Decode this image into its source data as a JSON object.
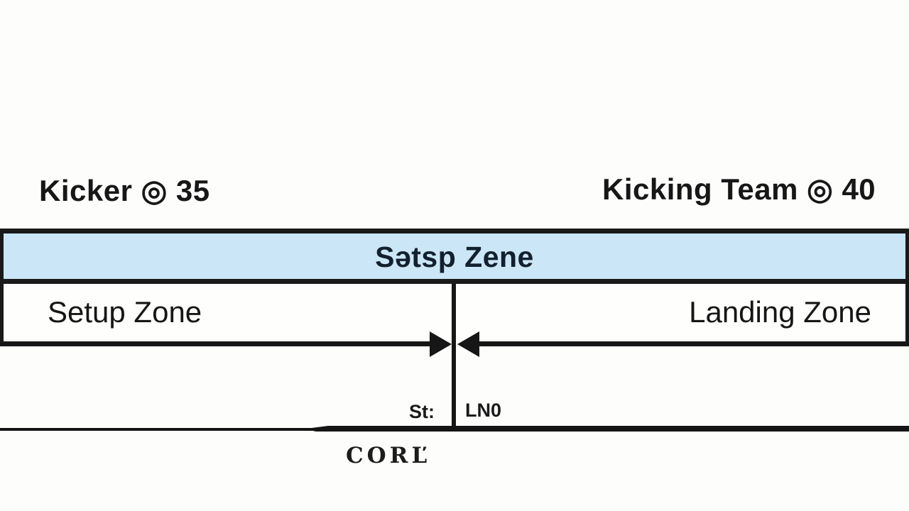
{
  "diagram": {
    "top_labels": {
      "left": "Kicker ◎ 35",
      "right": "Kicking Team ◎ 40"
    },
    "title_band": {
      "label": "Sətsp Zene",
      "fill_color": "#cbe6f7",
      "border_color": "#1a1a1a",
      "text_color": "#13202e"
    },
    "zones": {
      "left": "Setup Zone",
      "right": "Landing Zone"
    },
    "center_marks": {
      "left": "St:",
      "right": "LN0"
    },
    "bottom_label": "CORĽ",
    "colors": {
      "background": "#fdfdfc",
      "line": "#161616",
      "text": "#171717"
    }
  }
}
